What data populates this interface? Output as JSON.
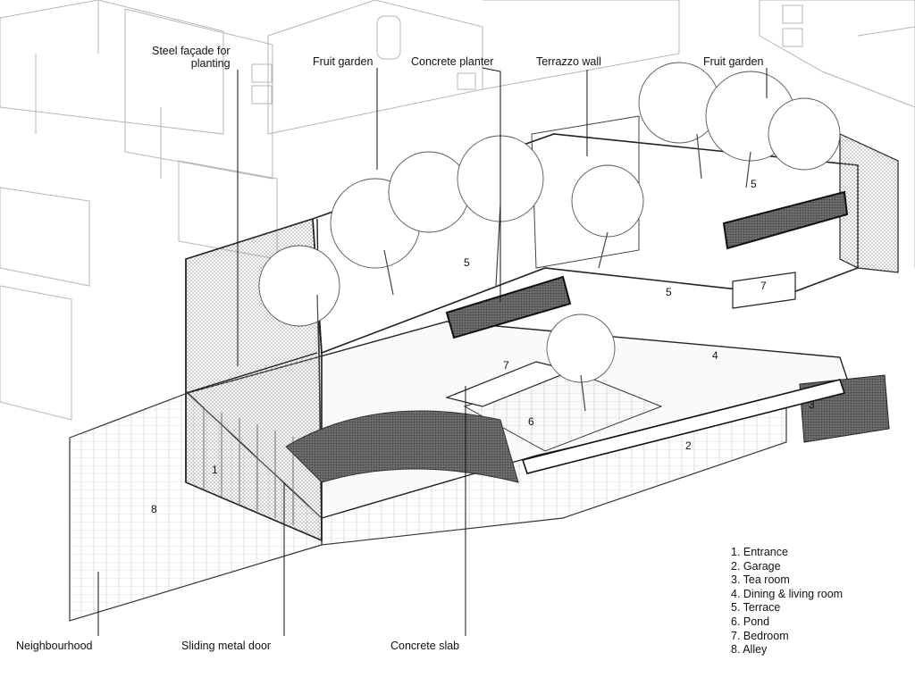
{
  "callouts": {
    "steel_facade": "Steel façade for\nplanting",
    "fruit_garden_left": "Fruit garden",
    "concrete_planter": "Concrete planter",
    "terrazzo_wall": "Terrazzo wall",
    "fruit_garden_right": "Fruit garden",
    "neighbourhood": "Neighbourhood",
    "sliding_metal_door": "Sliding metal door",
    "concrete_slab": "Concrete slab"
  },
  "space_numbers": {
    "entrance": "1",
    "garage": "2",
    "tea_room": "3",
    "dining_living": "4",
    "terrace_left": "5",
    "terrace_mid": "5",
    "terrace_right": "5",
    "pond": "6",
    "bedroom_left": "7",
    "bedroom_right": "7",
    "alley": "8"
  },
  "legend": [
    "1.  Entrance",
    "2.  Garage",
    "3.  Tea room",
    "4.  Dining & living room",
    "5.  Terrace",
    "6.  Pond",
    "7.  Bedroom",
    "8.  Alley"
  ]
}
